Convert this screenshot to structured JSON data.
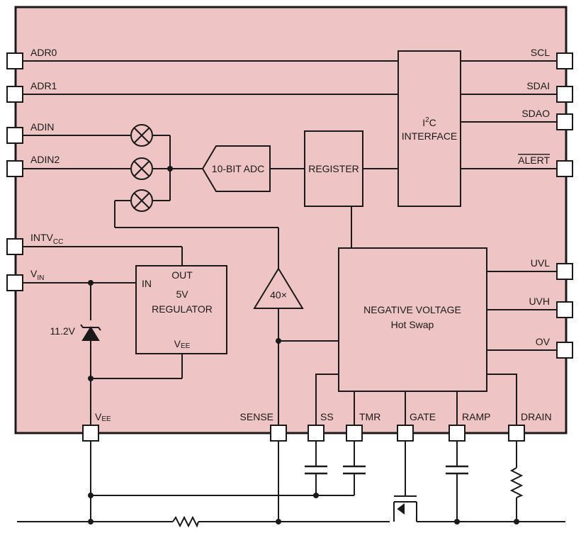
{
  "colors": {
    "package_fill": "#eec4c4",
    "line": "#1a1a1a",
    "pin_fill": "#ffffff"
  },
  "pins": {
    "adr0": "ADR0",
    "adr1": "ADR1",
    "adin": "ADIN",
    "adin2": "ADIN2",
    "intvcc_main": "INTV",
    "intvcc_sub": "CC",
    "vin_main": "V",
    "vin_sub": "IN",
    "vee_main": "V",
    "vee_sub": "EE",
    "scl": "SCL",
    "sdai": "SDAI",
    "sdao": "SDAO",
    "alert": "ALERT",
    "uvl": "UVL",
    "uvh": "UVH",
    "ov": "OV",
    "sense": "SENSE",
    "ss": "SS",
    "tmr": "TMR",
    "gate": "GATE",
    "ramp": "RAMP",
    "drain": "DRAIN"
  },
  "blocks": {
    "adc": "10-BIT ADC",
    "register": "REGISTER",
    "i2c_line1_main": "I",
    "i2c_line1_sup": "2",
    "i2c_line1_end": "C",
    "i2c_line2": "INTERFACE",
    "regulator_in": "IN",
    "regulator_out": "OUT",
    "regulator_line1": "5V",
    "regulator_line2": "REGULATOR",
    "regulator_vee_main": "V",
    "regulator_vee_sub": "EE",
    "amp_gain": "40×",
    "hotswap_line1": "NEGATIVE VOLTAGE",
    "hotswap_line2": "Hot Swap"
  },
  "components": {
    "zener_voltage": "11.2V"
  }
}
